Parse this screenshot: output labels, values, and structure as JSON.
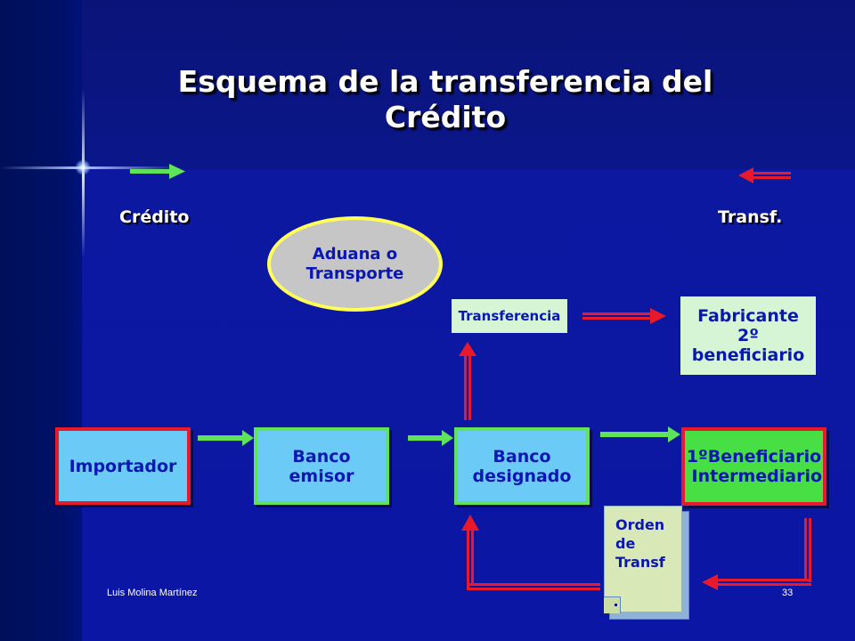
{
  "title_lines": [
    "Esquema de la transferencia  del",
    "Crédito"
  ],
  "legend": {
    "credito_label": "Crédito",
    "transf_label": "Transf.",
    "credito_color": "#5ee35a",
    "transf_color": "#e8192a"
  },
  "nodes": {
    "importador": {
      "lines": [
        "Importador"
      ]
    },
    "banco_emisor": {
      "lines": [
        "Banco emisor"
      ]
    },
    "banco_designado": {
      "lines": [
        "Banco",
        "designado"
      ]
    },
    "primer_beneficiario": {
      "lines": [
        "1ºBeneficiario",
        " Intermediario"
      ]
    },
    "fabricante": {
      "lines": [
        "Fabricante",
        "2º beneficiario"
      ]
    },
    "transferencia": {
      "lines": [
        "Transferencia"
      ]
    },
    "aduana": {
      "lines": [
        "Aduana o",
        "Transporte"
      ]
    },
    "orden": {
      "lines": [
        "Orden",
        "de",
        "Transf"
      ]
    }
  },
  "footer": {
    "author": "Luis Molina Martínez",
    "page": "33"
  }
}
